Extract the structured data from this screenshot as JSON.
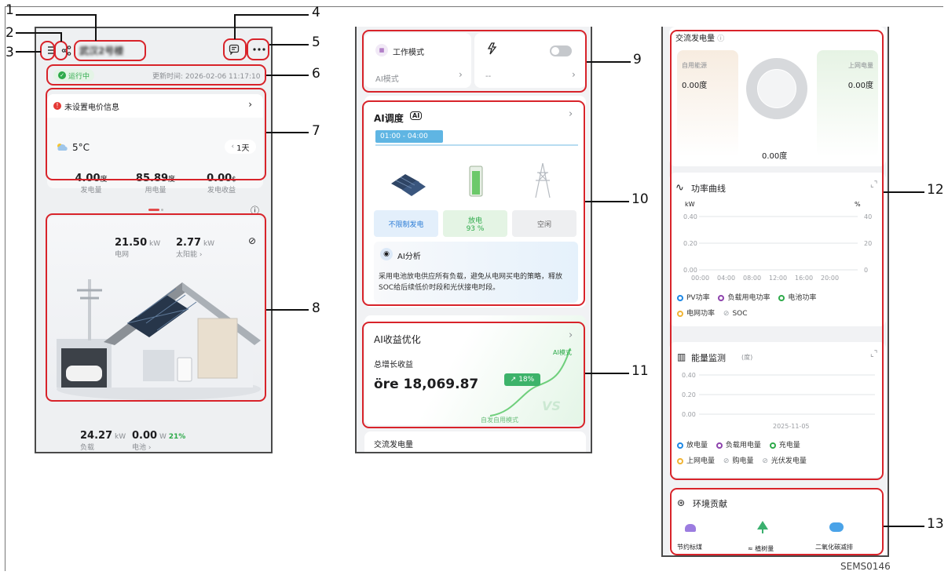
{
  "figure_code": "SEMS0146",
  "callouts": [
    "1",
    "2",
    "3",
    "4",
    "5",
    "6",
    "7",
    "8",
    "9",
    "10",
    "11",
    "12",
    "13"
  ],
  "screen1": {
    "station_name": "武汉2号楼",
    "status": "运行中",
    "update_time": "更新时间: 2026-02-06 11:17:10",
    "price_alert": "未设置电价信息",
    "weather": "5°C",
    "day_btn": "1天",
    "stats": [
      {
        "value": "4.00",
        "unit": "度",
        "label": "发电量"
      },
      {
        "value": "85.89",
        "unit": "度",
        "label": "用电量"
      },
      {
        "value": "0.00",
        "unit": "$",
        "label": "发电收益"
      }
    ],
    "grid_power": "21.50",
    "grid_unit": "kW",
    "grid_label": "电网",
    "solar_power": "2.77",
    "solar_unit": "kW",
    "solar_label": "太阳能 ›",
    "load_power": "24.27",
    "load_unit": "kW",
    "load_label": "负载",
    "battery_power": "0.00",
    "battery_unit": "W",
    "battery_soc": "21%",
    "battery_label": "电池 ›"
  },
  "screen2": {
    "work_mode_title": "工作模式",
    "work_mode_value": "AI模式",
    "second_value": "--",
    "ai_schedule_title": "AI调度",
    "ai_badge": "AI",
    "time_range": "01:00 - 04:00",
    "modes": [
      "不限制发电",
      "放电\n93 %",
      "空闲"
    ],
    "ai_analysis_title": "AI分析",
    "ai_analysis_text": "采用电池放电供应所有负载，避免从电网买电的策略，释放SOC给后续低价时段和光伏接电时段。",
    "ai_profit_title": "AI收益优化",
    "total_growth_label": "总增长收益",
    "total_growth_value": "öre 18,069.87",
    "growth_badge": "18%",
    "ai_mode_label": "AI模式",
    "self_use_label": "自发自用模式",
    "vs_label": "VS",
    "ac_gen_title": "交流发电量"
  },
  "screen3": {
    "ac_title": "交流发电量",
    "self_use_label": "自用能源",
    "self_use_value": "0.00度",
    "grid_up_label": "上网电量",
    "grid_up_value": "0.00度",
    "total_value": "0.00度",
    "power_curve_title": "功率曲线",
    "kw_label": "kW",
    "pct_label": "%",
    "energy_title": "能量监测",
    "energy_unit": "(度)",
    "energy_date": "2025-11-05",
    "env_title": "环境贡献",
    "env_items": [
      "节约标煤",
      "≈ 植树量",
      "二氧化碳减排"
    ]
  },
  "chart_data": [
    {
      "type": "line",
      "title": "功率曲线",
      "x": [
        "00:00",
        "04:00",
        "08:00",
        "12:00",
        "16:00",
        "20:00"
      ],
      "ylabel": "kW",
      "y2label": "%",
      "ylim": [
        0,
        0.4
      ],
      "y2lim": [
        0,
        40
      ],
      "yticks": [
        "0.40",
        "0.20",
        "0.00"
      ],
      "y2ticks": [
        "40",
        "20",
        "0"
      ],
      "series": [
        {
          "name": "PV功率",
          "color": "#1e88e5",
          "values": []
        },
        {
          "name": "负载用电功率",
          "color": "#8e44ad",
          "values": []
        },
        {
          "name": "电池功率",
          "color": "#2eaa4a",
          "values": []
        },
        {
          "name": "电网功率",
          "color": "#f1b434",
          "values": []
        },
        {
          "name": "SOC",
          "color": "#9aa0a6",
          "values": []
        }
      ]
    },
    {
      "type": "bar",
      "title": "能量监测",
      "ylabel": "(度)",
      "categories": [
        "2025-11-05"
      ],
      "ylim": [
        0,
        0.4
      ],
      "yticks": [
        "0.40",
        "0.20",
        "0.00"
      ],
      "series": [
        {
          "name": "放电量",
          "color": "#1e88e5",
          "values": []
        },
        {
          "name": "负载用电量",
          "color": "#8e44ad",
          "values": []
        },
        {
          "name": "充电量",
          "color": "#2eaa4a",
          "values": []
        },
        {
          "name": "上网电量",
          "color": "#f1b434",
          "values": []
        },
        {
          "name": "购电量",
          "color": "#9aa0a6",
          "values": []
        },
        {
          "name": "光伏发电量",
          "color": "#9aa0a6",
          "values": []
        }
      ]
    }
  ]
}
